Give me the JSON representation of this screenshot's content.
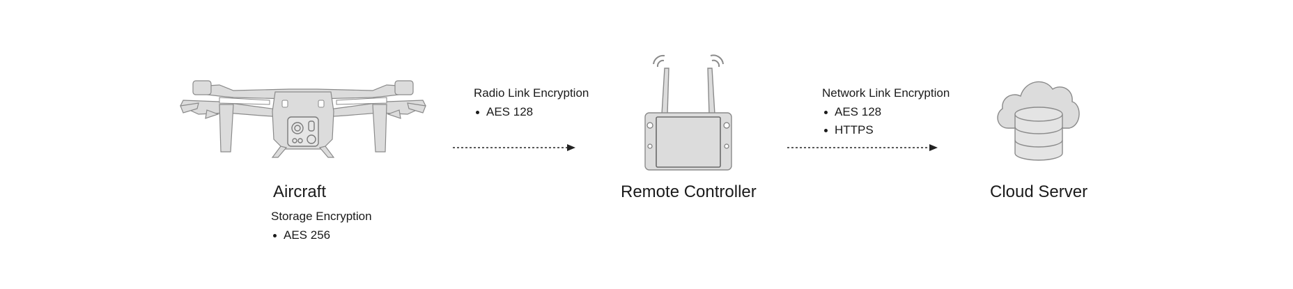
{
  "nodes": [
    {
      "id": "aircraft",
      "label": "Aircraft",
      "icon": "drone-icon"
    },
    {
      "id": "remote",
      "label": "Remote Controller",
      "icon": "remote-controller-icon"
    },
    {
      "id": "cloud",
      "label": "Cloud Server",
      "icon": "cloud-server-icon"
    }
  ],
  "storage": {
    "title": "Storage Encryption",
    "items": [
      "AES 256"
    ]
  },
  "radio_link": {
    "title": "Radio Link Encryption",
    "items": [
      "AES 128"
    ]
  },
  "network_link": {
    "title": "Network Link Encryption",
    "items": [
      "AES 128",
      "HTTPS"
    ]
  },
  "colors": {
    "icon_fill": "#dcdcdc",
    "icon_stroke": "#8a8a8a",
    "text": "#1a1a1a",
    "arrow": "#222222"
  }
}
